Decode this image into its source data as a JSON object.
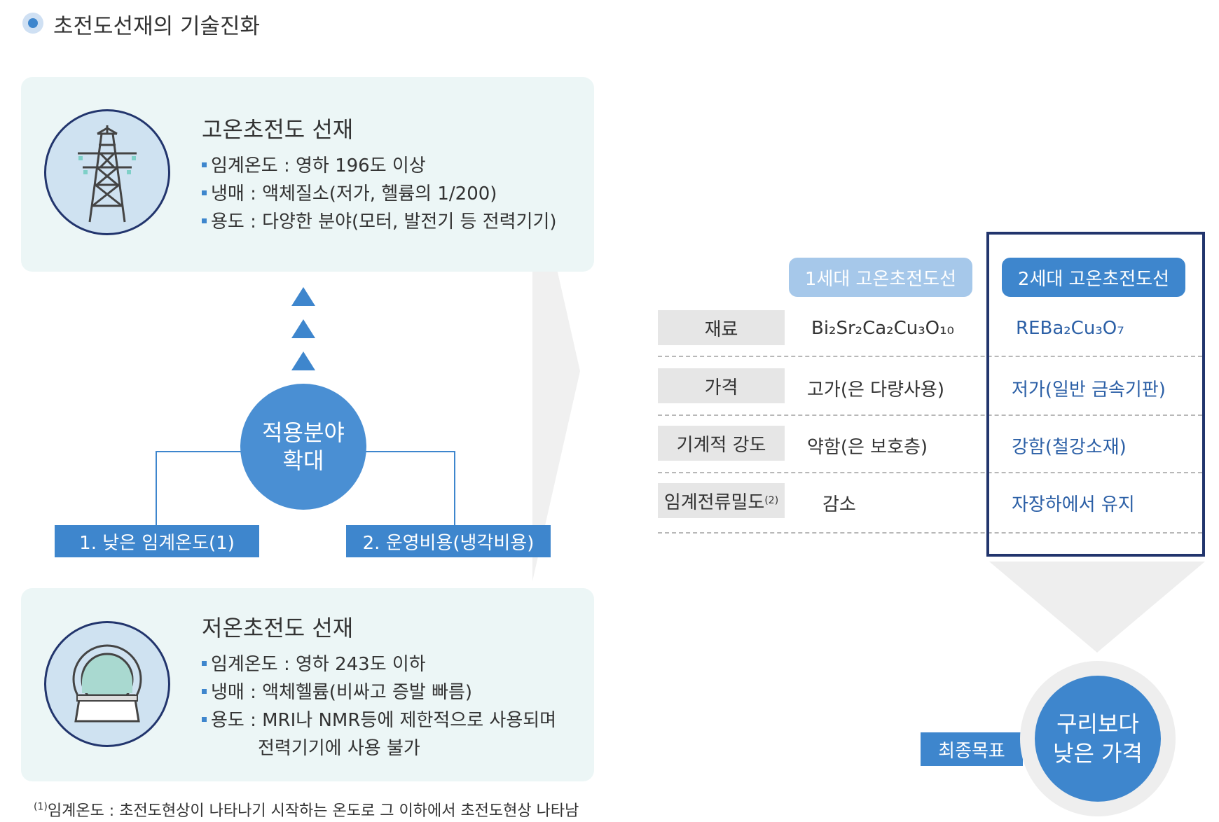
{
  "title": "초전도선재의 기술진화",
  "high_temp_panel": {
    "title": "고온초전도 선재",
    "bullets": [
      "임계온도 : 영하 196도 이상",
      "냉매 : 액체질소(저가, 헬륨의 1/200)",
      "용도 : 다양한 분야(모터, 발전기 등 전력기기)"
    ]
  },
  "low_temp_panel": {
    "title": "저온초전도 선재",
    "bullets": [
      "임계온도 : 영하 243도 이하",
      "냉매 : 액체헬륨(비싸고 증발 빠름)",
      "용도 : MRI나 NMR등에 제한적으로 사용되며",
      "전력기기에 사용 불가"
    ]
  },
  "center": {
    "line1": "적용분야",
    "line2": "확대"
  },
  "drivers": {
    "left": "1. 낮은 임계온도(1)",
    "right": "2. 운영비용(냉각비용)"
  },
  "table": {
    "gen1_header": "1세대 고온초전도선",
    "gen2_header": "2세대 고온초전도선",
    "rows": [
      {
        "label": "재료",
        "gen1": "Bi₂Sr₂Ca₂Cu₃O₁₀",
        "gen2": "REBa₂Cu₃O₇"
      },
      {
        "label": "가격",
        "gen1": "고가(은 다량사용)",
        "gen2": "저가(일반 금속기판)"
      },
      {
        "label": "기계적 강도",
        "gen1": "약함(은 보호층)",
        "gen2": "강함(철강소재)"
      },
      {
        "label": "임계전류밀도",
        "label_sup": "(2)",
        "gen1": "감소",
        "gen2": "자장하에서 유지"
      }
    ]
  },
  "goal": {
    "label": "최종목표",
    "line1": "구리보다",
    "line2": "낮은 가격"
  },
  "footnote": {
    "marker": "(1)",
    "text": "임계온도 : 초전도현상이 나타나기 시작하는 온도로 그 이하에서 초전도현상 나타남"
  },
  "colors": {
    "accent": "#3e86cd",
    "navy": "#22356d",
    "panel_bg": "#ecf6f6",
    "gen1_pill": "#a6c8ea",
    "gen2_pill": "#3e86cd"
  },
  "icons": {
    "high_temp": "power-tower-icon",
    "low_temp": "mri-scanner-icon"
  }
}
